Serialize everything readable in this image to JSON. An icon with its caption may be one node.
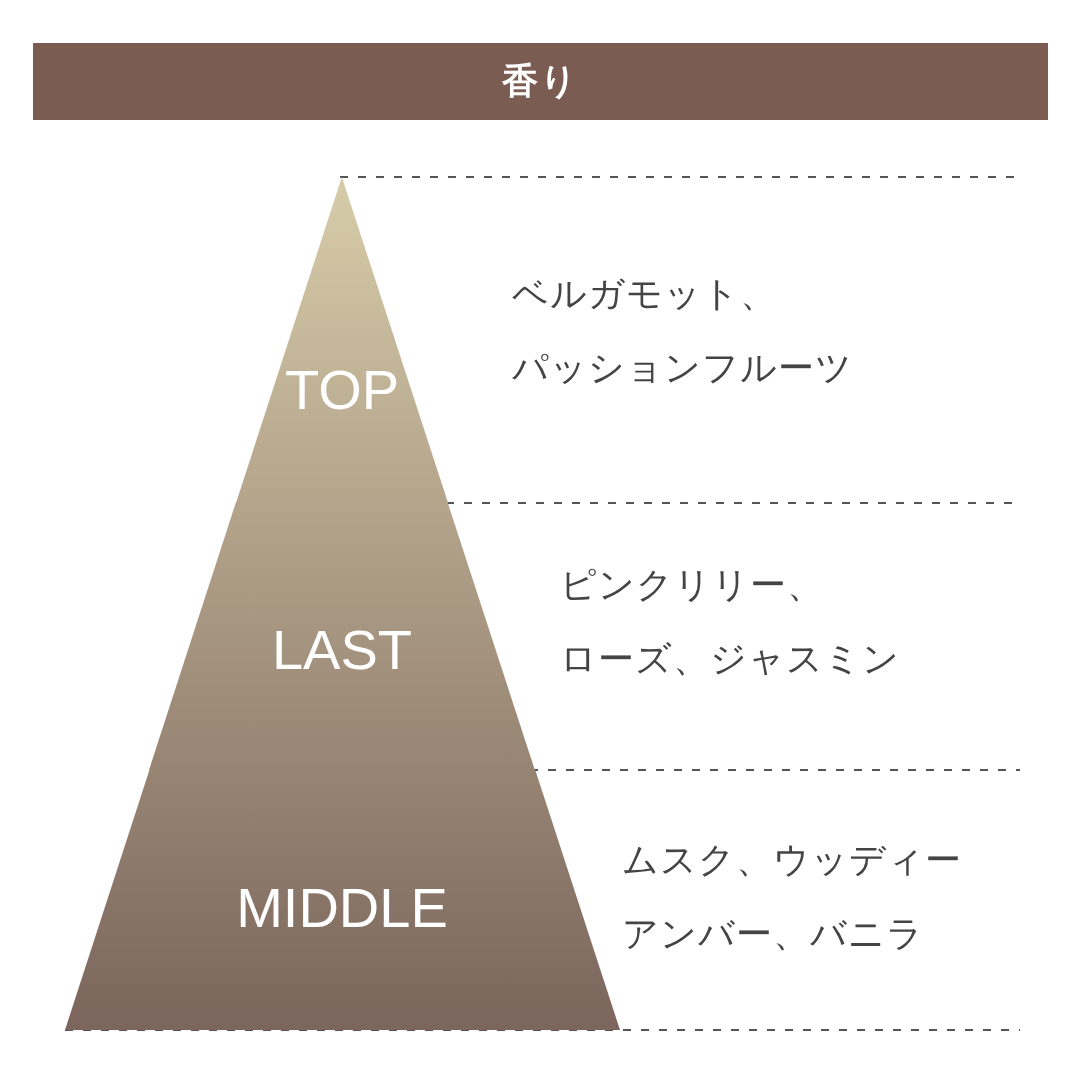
{
  "diagram": {
    "title": "香り",
    "nodes": [
      {
        "text": [
          "TOP"
        ],
        "beside": [
          "ベルガモット、",
          "パッションフルーツ"
        ]
      },
      {
        "text": [
          "LAST"
        ],
        "beside": [
          "ピンクリリー、",
          "ローズ、ジャスミン"
        ]
      },
      {
        "text": [
          "MIDDLE"
        ],
        "beside": [
          "ムスク、ウッディー",
          "アンバー、バニラ"
        ]
      }
    ],
    "edges": []
  }
}
